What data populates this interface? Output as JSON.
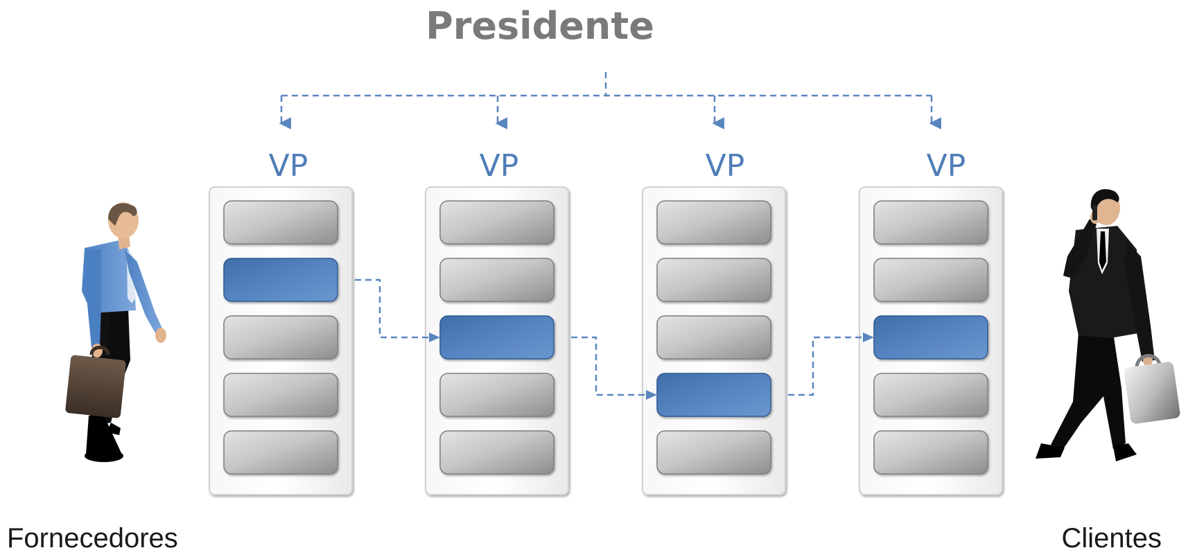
{
  "title": "Presidente",
  "departments": [
    {
      "label": "VP",
      "highlight_index": 1
    },
    {
      "label": "VP",
      "highlight_index": 2
    },
    {
      "label": "VP",
      "highlight_index": 3
    },
    {
      "label": "VP",
      "highlight_index": 2
    }
  ],
  "slots_per_department": 5,
  "left_actor": {
    "label": "Fornecedores",
    "icon": "supplier-person-icon"
  },
  "right_actor": {
    "label": "Clientes",
    "icon": "customer-person-icon"
  },
  "colors": {
    "title": "#7a7a7a",
    "vp": "#4f7db8",
    "connector": "#5a86bf",
    "highlight": "#4f80bd",
    "slot": "#b8b8b8",
    "text": "#1a1a1a"
  }
}
